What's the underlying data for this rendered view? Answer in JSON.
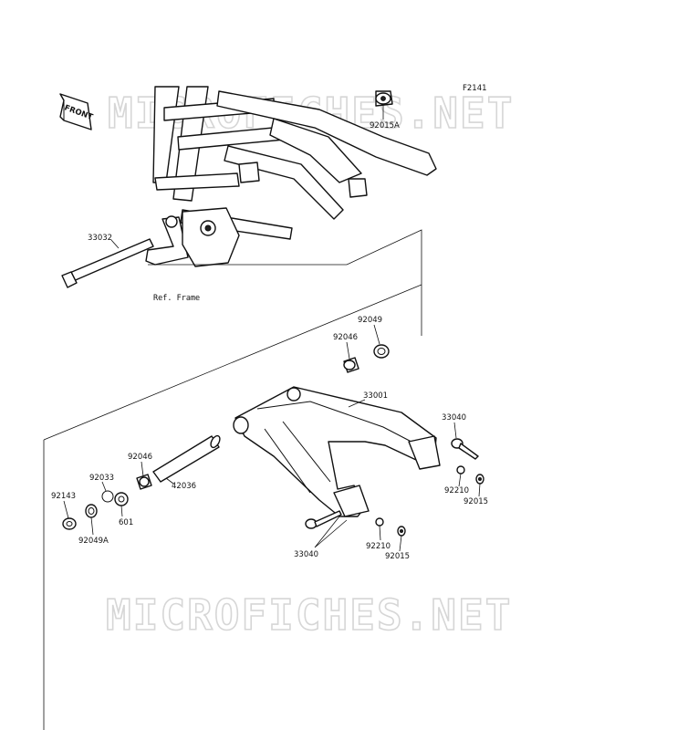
{
  "diagram_code": "F2141",
  "front_label": "FRONT",
  "watermark": "MICROFICHES.NET",
  "ref_frame": "Ref. Frame",
  "parts": {
    "p33032": "33032",
    "p92015A": "92015A",
    "p92049_top": "92049",
    "p92046_top": "92046",
    "p33001": "33001",
    "p33040_right": "33040",
    "p92210_right": "92210",
    "p92015_right": "92015",
    "p92046_left": "92046",
    "p42036": "42036",
    "p92033": "92033",
    "p92143": "92143",
    "p601": "601",
    "p92049A": "92049A",
    "p33040_bottom": "33040",
    "p92210_bottom": "92210",
    "p92015_bottom": "92015"
  }
}
